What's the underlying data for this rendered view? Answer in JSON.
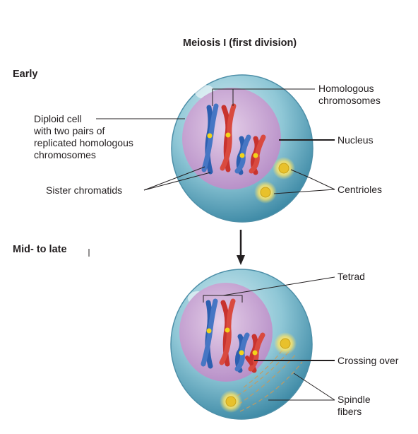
{
  "title": "Meiosis I (first division)",
  "stages": {
    "early": "Early",
    "mid_late": "Mid- to late"
  },
  "labels": {
    "diploid_1": "Diploid cell",
    "diploid_2": "with two pairs of",
    "diploid_3": "replicated homologous",
    "diploid_4": "chromosomes",
    "sister": "Sister chromatids",
    "homologous_1": "Homologous",
    "homologous_2": "chromosomes",
    "nucleus": "Nucleus",
    "centrioles": "Centrioles",
    "tetrad": "Tetrad",
    "crossing_over": "Crossing over",
    "spindle_1": "Spindle",
    "spindle_2": "fibers"
  },
  "colors": {
    "cytoplasm": "#8fc7d6",
    "nucleus": "#c9a8d6",
    "chromosome_blue": "#2c5fb0",
    "chromosome_red": "#c8332e",
    "centromere": "#f2d41a",
    "centriole": "#f6dc4a"
  }
}
